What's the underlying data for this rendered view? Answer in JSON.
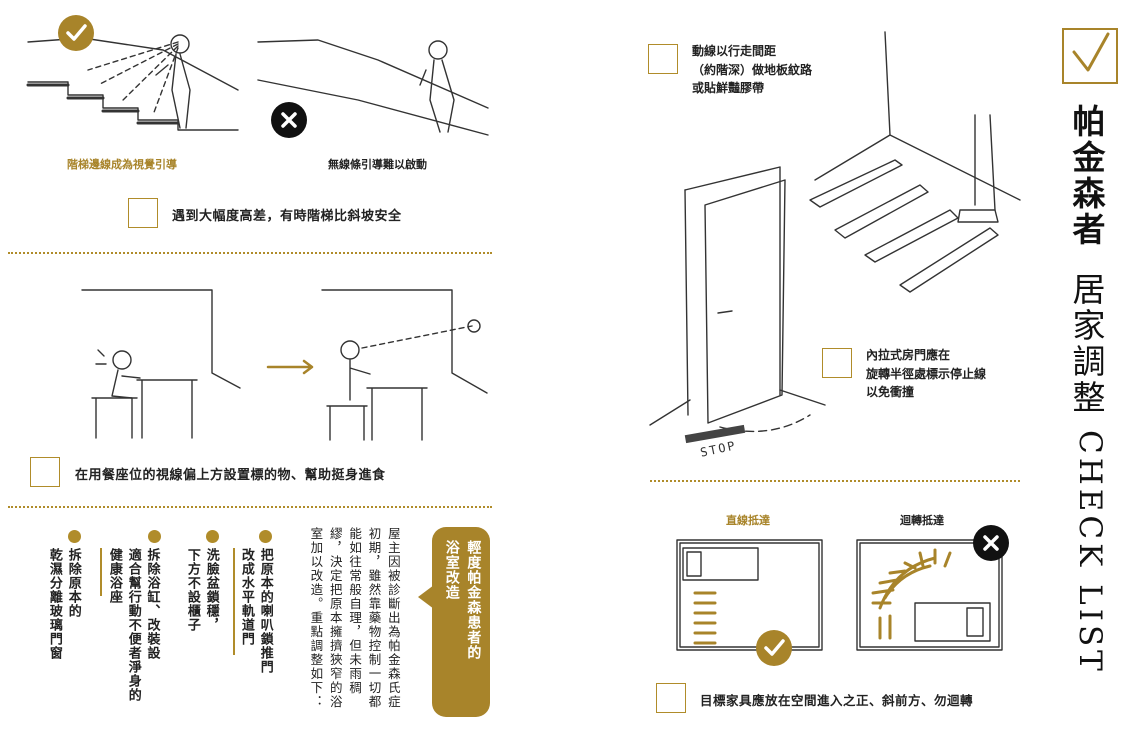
{
  "title": {
    "main_bold": "帕金森者",
    "main_light": "居家調整",
    "en": "CHECK LIST"
  },
  "stairs": {
    "good_caption": "階梯邊線成為視覺引導",
    "bad_caption": "無線條引導難以啟動",
    "checklist_item": "遇到大幅度高差，有時階梯比斜坡安全"
  },
  "dining": {
    "checklist_item": "在用餐座位的視線偏上方設置標的物、幫助挺身進食"
  },
  "bathroom": {
    "bubble": [
      "輕度帕金森患者的",
      "浴室改造"
    ],
    "paragraph": [
      "屋主因被診斷出為帕金森氏症",
      "初期，雖然靠藥物控制一切都",
      "能如往常般自理，但未雨稠",
      "繆，決定把原本擁擠狹窄的浴",
      "室加以改造。重點調整如下："
    ],
    "points": [
      {
        "lines": [
          "把原本的喇叭鎖推門",
          "改成水平軌道門"
        ]
      },
      {
        "lines": [
          "洗臉盆鎖穩，",
          "下方不設櫃子"
        ]
      },
      {
        "lines": [
          "拆除浴缸、改裝設",
          "適合幫行動不便者淨身的",
          "健康浴座"
        ]
      },
      {
        "lines": [
          "拆除原本的",
          "乾濕分離玻璃門窗"
        ]
      }
    ]
  },
  "floor": {
    "checklist_item": [
      "動線以行走間距",
      "（約階深）做地板紋路",
      "或貼鮮豔膠帶"
    ]
  },
  "door": {
    "stop_label": "STOP",
    "checklist_item": [
      "內拉式房門應在",
      "旋轉半徑處標示停止線",
      "以免衝撞"
    ]
  },
  "furniture": {
    "good_caption": "直線抵達",
    "bad_caption": "迴轉抵達",
    "checklist_item": "目標家具應放在空間進入之正、斜前方、勿迴轉"
  },
  "colors": {
    "accent": "#a8842a",
    "bad_mark": "#111111"
  }
}
